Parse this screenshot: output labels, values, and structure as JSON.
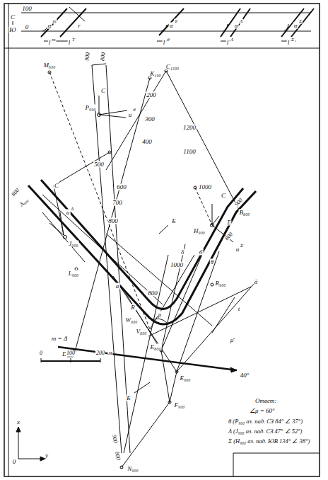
{
  "diagram": {
    "labels": [
      "С",
      "Ю",
      "100",
      "0",
      "α",
      "m",
      "l",
      "m",
      "l",
      "Т",
      "r",
      "α",
      "θ",
      "l",
      "θ",
      "α",
      "Λ",
      "l",
      "Λ",
      "α",
      "Σ",
      "l",
      "Σ",
      "900",
      "800",
      "С",
      "P₉₀₀",
      "u",
      "θ",
      "С₁₃₀₀",
      "1200",
      "1100",
      "1000",
      "M₆₀₀",
      "K₁₀₀",
      "200",
      "300",
      "400",
      "500",
      "600",
      "700",
      "800",
      "800",
      "Λ₉₀₀",
      "С",
      "u",
      "Λ",
      "J₉₀₀",
      "L₉₀₀",
      "Б",
      "С",
      "900",
      "H₉₀₀",
      "B₈₀₀",
      "Σ",
      "800",
      "u",
      "Σ",
      "1000",
      "a",
      "R",
      "800",
      "R₉₀₀",
      "θ",
      "δ",
      "б",
      "t",
      "ā",
      "μ̄",
      "μ",
      "W₉₀₀",
      "V₈₀₀",
      "m = Δ",
      "D₉₀₀",
      "E₈₀₀",
      "E₉₀₀",
      "40°",
      "F₉₀₀",
      "Б",
      "900",
      "800",
      "N₉₀₀",
      "0",
      "100",
      "200",
      "м",
      "x",
      "0",
      "y",
      "Ответ:",
      "∠μ = 60°",
      "θ (P₉₀₀ аз. пад. СЗ 84° ∠ 37°)",
      "Λ (J₉₀₀ аз. пад. СЗ 47° ∠ 52°)",
      "Σ (H₉₀₀ аз. пад. ЮВ 134° ∠ 38°)"
    ]
  }
}
